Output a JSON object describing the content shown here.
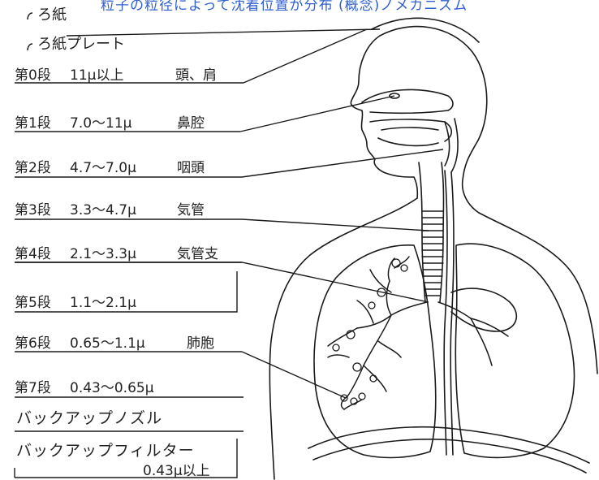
{
  "header": "粒子の粒径によって沈着位置が分布 (概念)ノメカニズム",
  "labels": {
    "filter_paper": "ろ紙",
    "filter_plate": "ろ紙プレート"
  },
  "stages": [
    {
      "name": "第0段",
      "range": "11μ以上",
      "location": "頭、肩"
    },
    {
      "name": "第1段",
      "range": "7.0〜11μ",
      "location": "鼻腔"
    },
    {
      "name": "第2段",
      "range": "4.7〜7.0μ",
      "location": "咽頭"
    },
    {
      "name": "第3段",
      "range": "3.3〜4.7μ",
      "location": "気管"
    },
    {
      "name": "第4段",
      "range": "2.1〜3.3μ",
      "location": "気管支"
    },
    {
      "name": "第5段",
      "range": "1.1〜2.1μ",
      "location": ""
    },
    {
      "name": "第6段",
      "range": "0.65〜1.1μ",
      "location": "肺胞"
    },
    {
      "name": "第7段",
      "range": "0.43〜0.65μ",
      "location": ""
    }
  ],
  "backup": {
    "nozzle": "バックアップノズル",
    "filter": "バックアップフィルター",
    "filter_size": "0.43μ以上"
  },
  "colors": {
    "ink": "#1a1a1a",
    "header": "#2f5fd0"
  }
}
